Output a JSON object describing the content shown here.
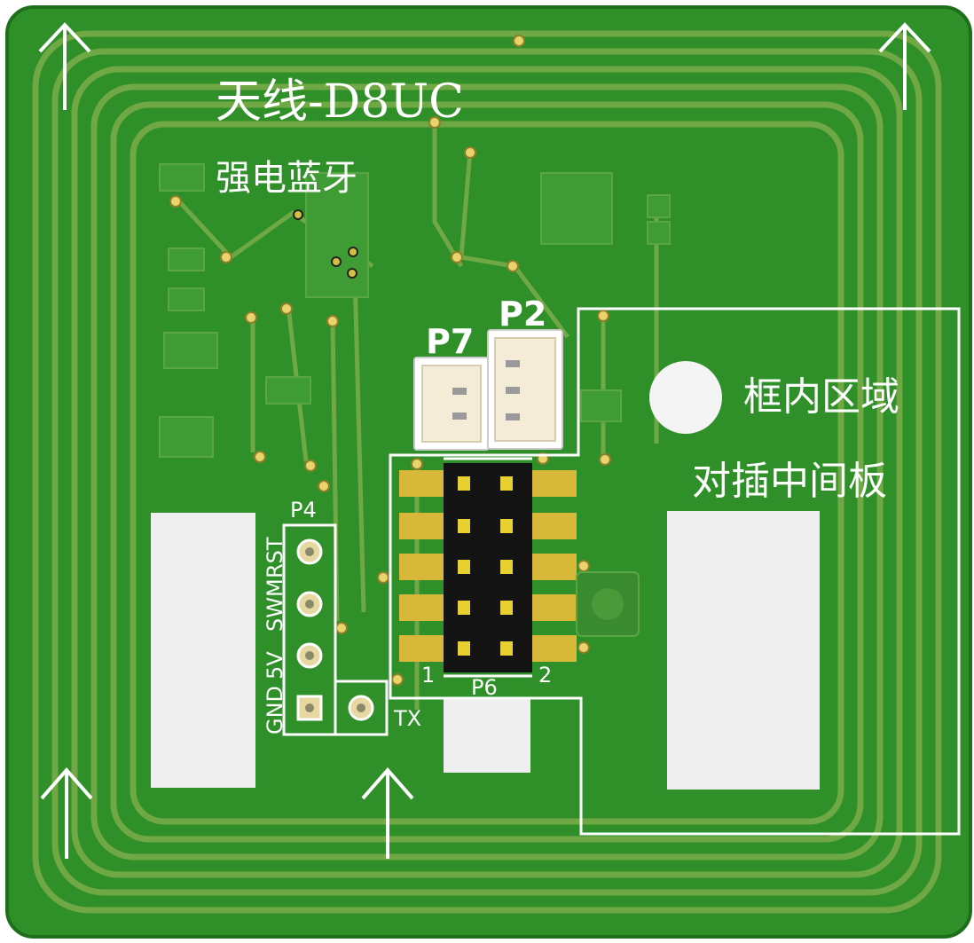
{
  "board": {
    "silk_color": "#ffffff",
    "board_color": "#2f8f28",
    "trace_color": "#6fa845",
    "pad_color": "#d8c24a"
  },
  "labels": {
    "title": "天线-D8UC",
    "subtitle": "强电蓝牙",
    "zone_line1": "框内区域",
    "zone_line2": "对插中间板",
    "p7": "P7",
    "p2": "P2",
    "p4": "P4",
    "p6": "P6",
    "p6_pin1": "1",
    "p6_pin2": "2",
    "tx": "TX",
    "pin_rst": "RST",
    "pin_swm": "SWM",
    "pin_5v": "5V",
    "pin_gnd": "GND"
  }
}
